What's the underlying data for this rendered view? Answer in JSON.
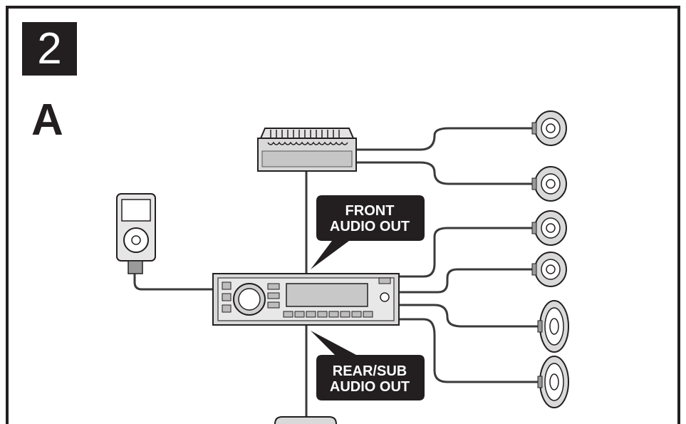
{
  "step_number": "2",
  "section_letter": "A",
  "callouts": {
    "front_line1": "FRONT",
    "front_line2": "AUDIO OUT",
    "rear_line1": "REAR/SUB",
    "rear_line2": "AUDIO OUT"
  },
  "colors": {
    "ink": "#231f20",
    "line": "#3a3a3a",
    "device_fill": "#d9d9d9",
    "device_dark": "#b9b9b9",
    "background": "#ffffff"
  },
  "icons": [
    "amplifier-icon",
    "portable-player-icon",
    "head-unit-icon",
    "tweeter-icon",
    "oval-speaker-icon",
    "subwoofer-icon"
  ]
}
